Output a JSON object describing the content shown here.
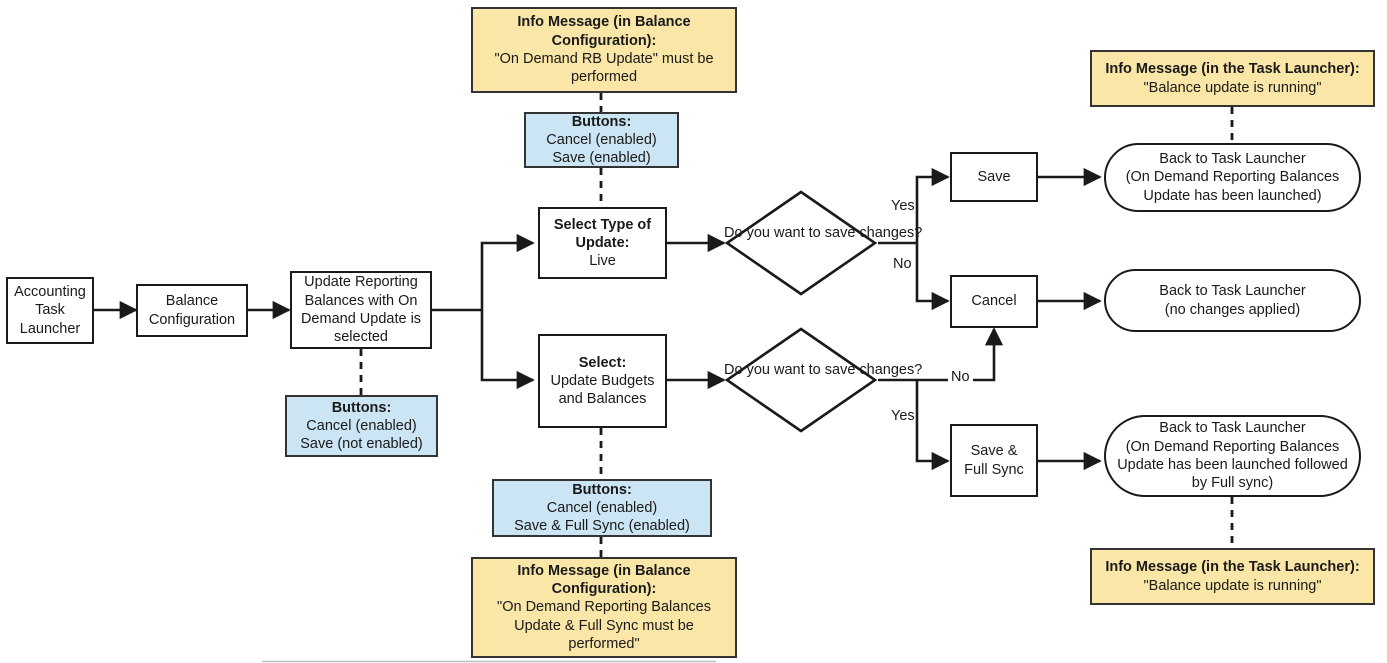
{
  "diagram": {
    "title": "On Demand Reporting Balances Update flow",
    "colors": {
      "info_fill": "#FAE6A7",
      "buttons_fill": "#CCE5F4",
      "node_fill": "#FFFFFF",
      "stroke": "#1A1A1A",
      "note_stroke": "#333333"
    },
    "nodes": {
      "accounting_task_launcher": {
        "lines": [
          "Accounting",
          "Task",
          "Launcher"
        ]
      },
      "balance_configuration": {
        "lines": [
          "Balance",
          "Configuration"
        ]
      },
      "update_reporting_balances": {
        "lines": [
          "Update Reporting",
          "Balances with On",
          "Demand Update is",
          "selected"
        ]
      },
      "buttons_update_rb": {
        "heading": "Buttons:",
        "lines": [
          "Cancel (enabled)",
          "Save (not enabled)"
        ]
      },
      "info_balance_config_top": {
        "heading_lines": [
          "Info Message (in Balance",
          "Configuration):"
        ],
        "lines": [
          "\"On Demand RB Update\" must be",
          "performed"
        ]
      },
      "buttons_live": {
        "heading": "Buttons:",
        "lines": [
          "Cancel (enabled)",
          "Save (enabled)"
        ]
      },
      "select_type_of_update": {
        "heading_lines": [
          "Select Type of",
          "Update:"
        ],
        "lines": [
          "Live"
        ]
      },
      "select_update_budgets": {
        "heading_lines": [
          "Select:"
        ],
        "lines": [
          "Update Budgets",
          "and Balances"
        ]
      },
      "buttons_full_sync": {
        "heading": "Buttons:",
        "lines": [
          "Cancel (enabled)",
          "Save & Full Sync (enabled)"
        ]
      },
      "info_balance_config_bottom": {
        "heading_lines": [
          "Info Message (in Balance",
          "Configuration):"
        ],
        "lines": [
          "\"On Demand Reporting Balances",
          "Update & Full Sync must be",
          "performed\""
        ]
      },
      "decision_top": {
        "lines": [
          "Do you want to",
          "save changes?"
        ]
      },
      "decision_bottom": {
        "lines": [
          "Do you want to",
          "save changes?"
        ]
      },
      "save": {
        "lines": [
          "Save"
        ]
      },
      "cancel": {
        "lines": [
          "Cancel"
        ]
      },
      "save_full_sync": {
        "lines": [
          "Save &",
          "Full Sync"
        ]
      },
      "back_launched": {
        "lines": [
          "Back to Task Launcher",
          "(On Demand Reporting Balances",
          "Update has been launched)"
        ]
      },
      "back_no_changes": {
        "lines": [
          "Back to Task Launcher",
          "(no changes applied)"
        ]
      },
      "back_launched_full_sync": {
        "lines": [
          "Back to Task Launcher",
          "(On Demand Reporting Balances",
          "Update has been launched followed",
          "by Full sync)"
        ]
      },
      "info_task_launcher_top": {
        "heading_lines": [
          "Info Message (in the Task Launcher):"
        ],
        "lines": [
          "\"Balance update is running\""
        ]
      },
      "info_task_launcher_bottom": {
        "heading_lines": [
          "Info Message (in the Task Launcher):"
        ],
        "lines": [
          "\"Balance update is running\""
        ]
      }
    },
    "edge_labels": {
      "top_yes": "Yes",
      "top_no": "No",
      "bottom_no": "No",
      "bottom_yes": "Yes"
    }
  }
}
